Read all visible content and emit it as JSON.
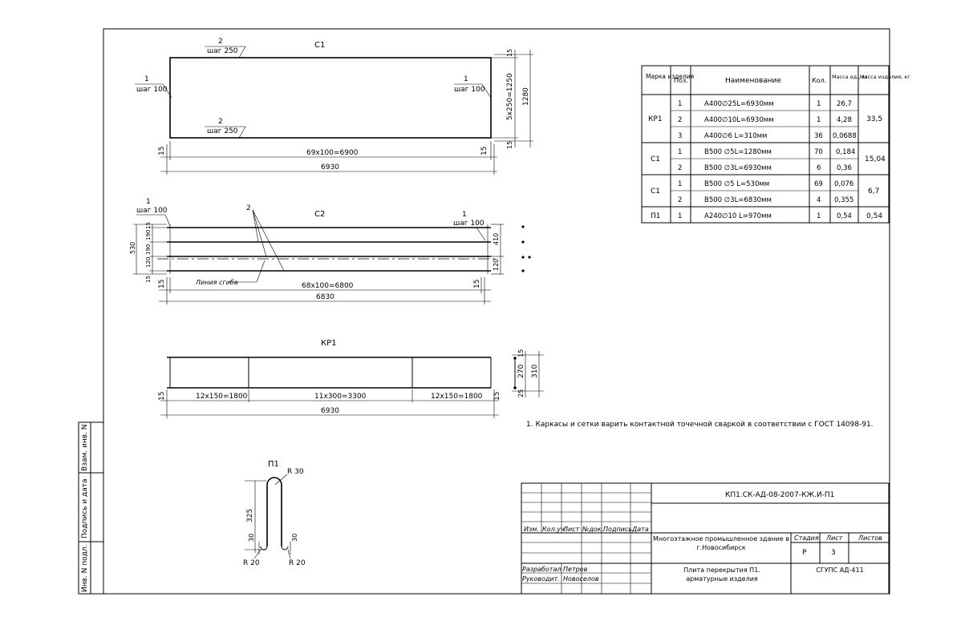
{
  "c1": {
    "title": "С1",
    "top_callout": {
      "num": "2",
      "text": "шаг 250"
    },
    "bottom_callout": {
      "num": "2",
      "text": "шаг 250"
    },
    "left_callout": {
      "num": "1",
      "text": "шаг 100"
    },
    "right_callout": {
      "num": "1",
      "text": "шаг 100"
    },
    "dim_15_left": "15",
    "dim_inner": "69х100=6900",
    "dim_15_right": "15",
    "dim_total": "6930",
    "dim_v_top": "15",
    "dim_v_inner": "5х250=1250",
    "dim_v_bottom": "15",
    "dim_v_total": "1280"
  },
  "c2": {
    "title": "С2",
    "left_callout": {
      "num": "1",
      "text": "шаг 100"
    },
    "right_callout": {
      "num": "1",
      "text": "шаг 100"
    },
    "mid_callout": "2",
    "bend_label": "Линия сгиба",
    "dim_v_total": "530",
    "dim_v_a": "15",
    "dim_v_b": "190",
    "dim_v_c": "190",
    "dim_v_d": "120",
    "dim_v_e": "15",
    "dim_r_a": "410",
    "dim_r_b": "120",
    "dim_15_left": "15",
    "dim_inner": "68х100=6800",
    "dim_15_right": "15",
    "dim_total": "6830"
  },
  "kp1": {
    "title": "КР1",
    "dim_15_left": "15",
    "dim_a": "12х150=1800",
    "dim_b": "11х300=3300",
    "dim_c": "12х150=1800",
    "dim_15_right": "15",
    "dim_total": "6930",
    "sec_a": "15",
    "sec_b": "270",
    "sec_c": "310",
    "sec_d": "25"
  },
  "p1": {
    "title": "П1",
    "r_top": "R 30",
    "r_left": "R 20",
    "r_right": "R 20",
    "dim_h": "325",
    "dim_l": "30",
    "dim_r": "30"
  },
  "note": "1. Каркасы и сетки варить контактной точечной сваркой в соответствии с ГОСТ 14098-91.",
  "spec_table": {
    "headers": [
      "Марка изделия",
      "Поз.",
      "Наименование",
      "Кол.",
      "Масса ед., кг",
      "Масса изделия, кг"
    ],
    "groups": [
      {
        "mark": "КР1",
        "mass": "33,5",
        "rows": [
          {
            "pos": "1",
            "name": "А400∅25L=6930мм",
            "qty": "1",
            "m": "26,7"
          },
          {
            "pos": "2",
            "name": "А400∅10L=6930мм",
            "qty": "1",
            "m": "4,28"
          },
          {
            "pos": "3",
            "name": "А400∅6 L=310мм",
            "qty": "36",
            "m": "0,0688"
          }
        ]
      },
      {
        "mark": "С1",
        "mass": "15,04",
        "rows": [
          {
            "pos": "1",
            "name": "В500 ∅5L=1280мм",
            "qty": "70",
            "m": "0,184"
          },
          {
            "pos": "2",
            "name": "В500 ∅3L=6930мм",
            "qty": "6",
            "m": "0,36"
          }
        ]
      },
      {
        "mark": "С1",
        "mass": "6,7",
        "rows": [
          {
            "pos": "1",
            "name": "В500 ∅5 L=530мм",
            "qty": "69",
            "m": "0,076"
          },
          {
            "pos": "2",
            "name": "В500 ∅3L=6830мм",
            "qty": "4",
            "m": "0,355"
          }
        ]
      },
      {
        "mark": "П1",
        "mass": "0,54",
        "rows": [
          {
            "pos": "1",
            "name": "А240∅10 L=970мм",
            "qty": "1",
            "m": "0,54"
          }
        ]
      }
    ]
  },
  "stamp": {
    "code": "КП1.СК-АД-08-2007-КЖ.И-П1",
    "cols": [
      "Изм.",
      "Кол.уч.",
      "Лист",
      "№док.",
      "Подпись",
      "Дата"
    ],
    "project": "Многоэтажное промышленное здание в г.Новосибирск",
    "stage_h": "Стадия",
    "sheet_h": "Лист",
    "sheets_h": "Листов",
    "stage": "Р",
    "sheet": "3",
    "sheets": "",
    "dev_role": "Разработал",
    "dev_name": "Петров",
    "head_role": "Руководит.",
    "head_name": "Новоселов",
    "title": "Плита перекрытия П1. арматурные изделия",
    "org": "СГУПС АД-411"
  },
  "side": {
    "a": "Взам. инв. N",
    "b": "Подпись и дата",
    "c": "Инв. N подл."
  }
}
